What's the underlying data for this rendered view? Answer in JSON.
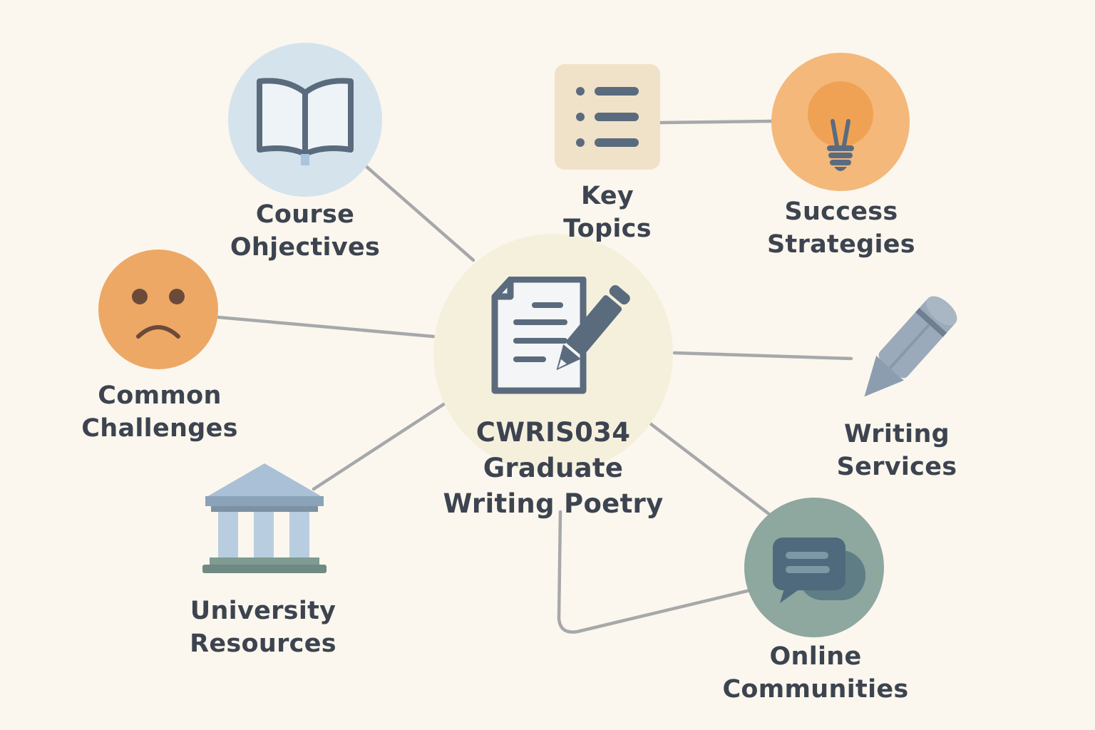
{
  "diagram": {
    "center": {
      "title_lines": [
        "CWRIS034",
        "Graduate",
        "Writing Poetry"
      ],
      "icon": "document-pencil-icon"
    },
    "nodes": [
      {
        "id": "course-objectives",
        "label_lines": [
          "Course",
          "Ohjectives"
        ],
        "icon": "open-book-icon"
      },
      {
        "id": "key-topics",
        "label_lines": [
          "Key",
          "Topics"
        ],
        "icon": "list-icon"
      },
      {
        "id": "success-strategies",
        "label_lines": [
          "Success",
          "Strategies"
        ],
        "icon": "lightbulb-icon"
      },
      {
        "id": "common-challenges",
        "label_lines": [
          "Common",
          "Challenges"
        ],
        "icon": "sad-face-icon"
      },
      {
        "id": "writing-services",
        "label_lines": [
          "Writing",
          "Services"
        ],
        "icon": "pencil-icon"
      },
      {
        "id": "university-resources",
        "label_lines": [
          "University",
          "Resources"
        ],
        "icon": "building-icon"
      },
      {
        "id": "online-communities",
        "label_lines": [
          "Online",
          "Communities"
        ],
        "icon": "chat-bubble-icon"
      }
    ],
    "colors": {
      "background": "#fbf7ee",
      "connector": "#a6a8aa",
      "text": "#3d4450",
      "icon_dark": "#5b6b7e",
      "blue_circle": "#d5e3ec",
      "orange": "#eda865",
      "orange_light": "#f4b87b",
      "green_circle": "#8ea79f",
      "center_circle": "#f5f0dc",
      "list_box": "#f0e2c8"
    }
  }
}
